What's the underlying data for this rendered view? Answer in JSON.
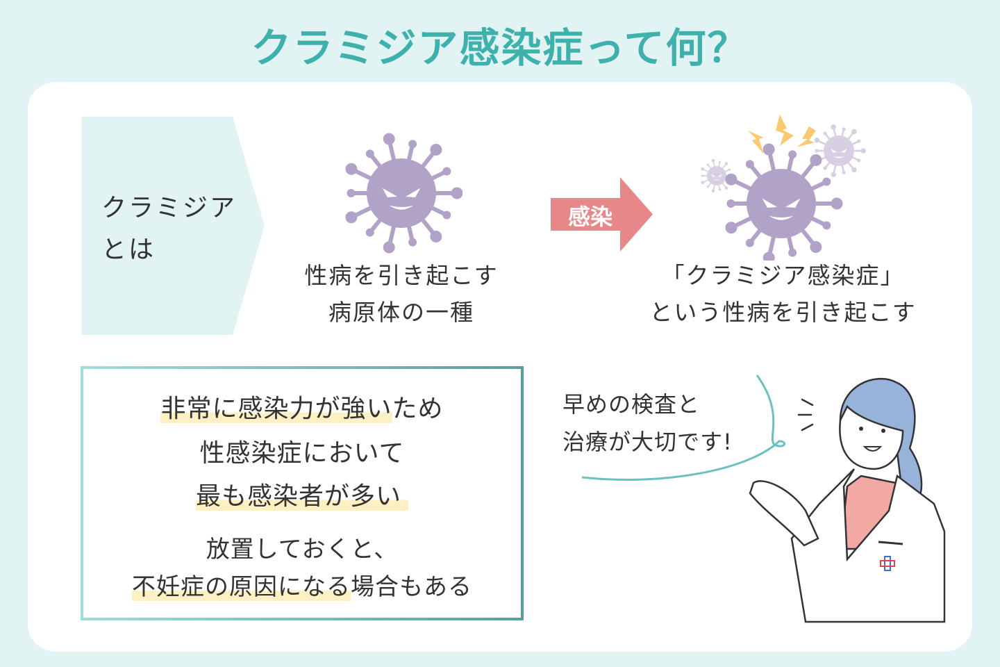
{
  "title": "クラミジア感染症って何？",
  "intro": {
    "line1": "クラミジア",
    "line2": "とは"
  },
  "pathogen": {
    "line1": "性病を引き起こす",
    "line2": "病原体の一種"
  },
  "arrow_label": "感染",
  "disease": {
    "line1": "「クラミジア感染症」",
    "line2": "という性病を引き起こす"
  },
  "facts": {
    "line1_highlight": "非常に感染力が強い",
    "line1_rest": "ため",
    "line2": "性感染症において",
    "line3": "最も感染者が多い",
    "line4": "放置しておくと、",
    "line5_highlight": "不妊症の原因になる",
    "line5_rest": "場合もある"
  },
  "speech": {
    "line1": "早めの検査と",
    "line2": "治療が大切です!"
  },
  "colors": {
    "accent": "#3fb1ad",
    "virus": "#b1a3c8",
    "arrow": "#e8878a",
    "highlight": "#fdf0c2"
  }
}
